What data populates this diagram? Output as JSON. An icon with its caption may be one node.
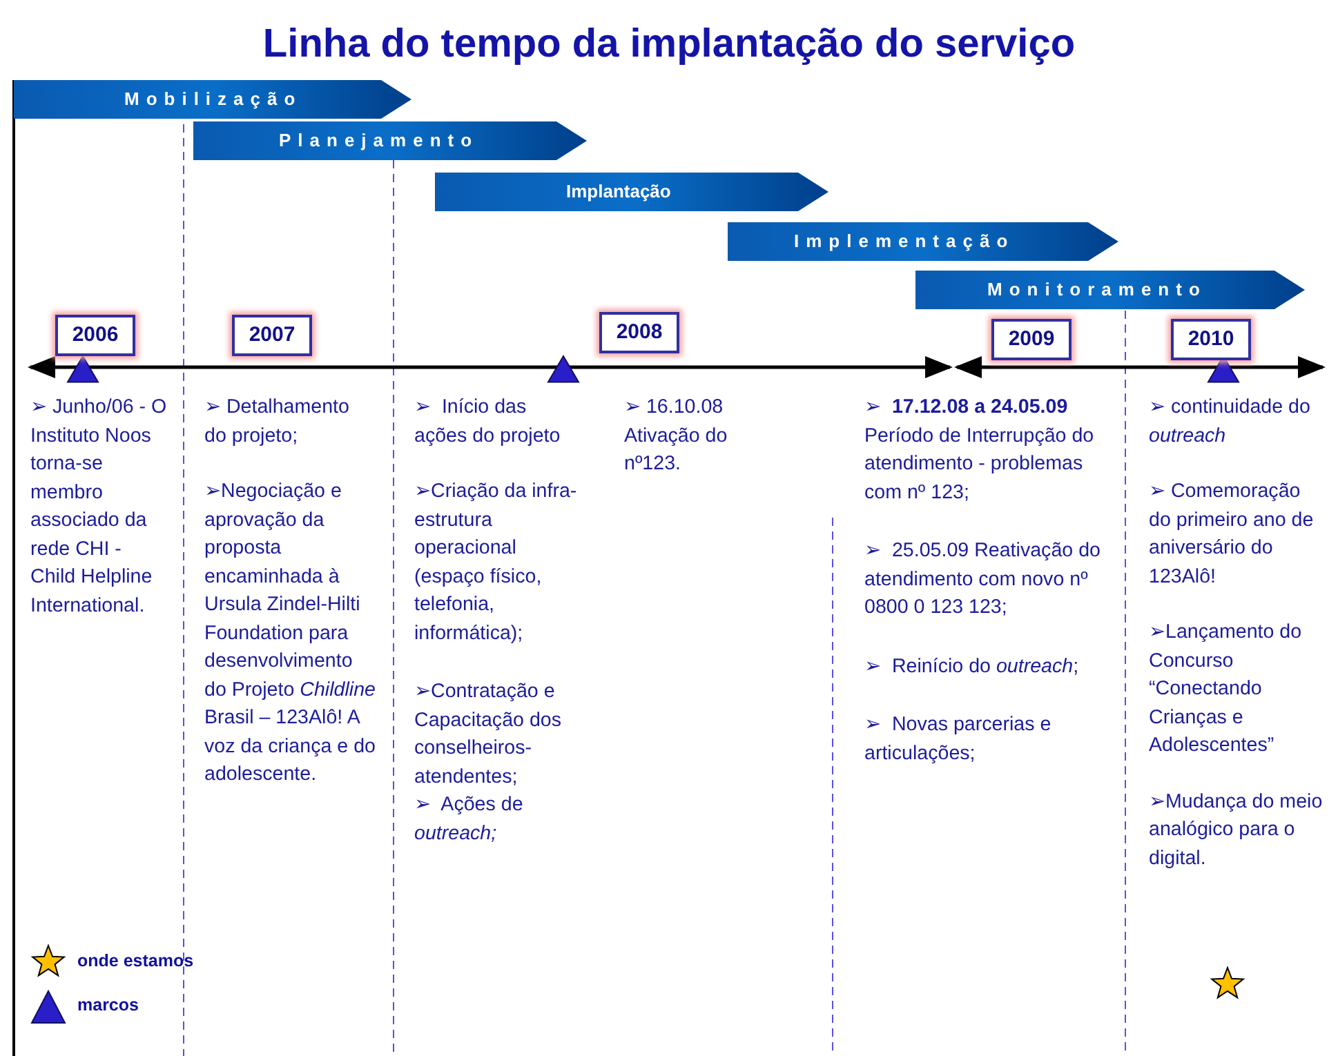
{
  "diagram": {
    "title": "Linha do tempo da implantação do serviço",
    "nodes": [
      {
        "text": [
          "Mobilização"
        ]
      },
      {
        "text": [
          "Planejamento"
        ]
      },
      {
        "text": [
          "Implantação"
        ]
      },
      {
        "text": [
          "Implementação"
        ]
      },
      {
        "text": [
          "Monitoramento"
        ]
      },
      {
        "text": [
          "2006"
        ]
      },
      {
        "text": [
          "2007"
        ]
      },
      {
        "text": [
          "2008"
        ]
      },
      {
        "text": [
          "2009"
        ]
      },
      {
        "text": [
          "2010"
        ]
      }
    ],
    "edges": [],
    "labels": [
      "➢ Junho/06 - O Instituto Noos torna-se membro associado da rede CHI - Child Helpline International.",
      "➢ Detalhamento do projeto;",
      "➢Negociação e aprovação da proposta encaminhada à Ursula Zindel-Hilti Foundation para desenvolvimento do Projeto *Childline* Brasil – 123Alô! A voz da criança e do adolescente.",
      "➢  Início das ações do projeto",
      "➢Criação da infra-estrutura operacional (espaço físico, telefonia, informática);",
      "➢Contratação e Capacitação dos conselheiros-atendentes;",
      "➢  Ações de *outreach;*",
      "➢ 16.10.08 Ativação do nº123.",
      "➢  **17.12.08 a 24.05.09** Período de Interrupção do atendimento - problemas com nº 123;",
      "➢  25.05.09 Reativação do atendimento com novo nº 0800 0 123 123;",
      "➢  Reinício do *outreach*;",
      "➢  Novas parcerias e articulações;",
      "➢ continuidade do *outreach*",
      "➢ Comemoração do primeiro ano de aniversário do 123Alô!",
      "➢Lançamento do Concurso “Conectando Crianças e Adolescentes”",
      "➢Mudança do meio analógico para o digital."
    ],
    "legend": [
      {
        "text": "onde estamos"
      },
      {
        "text": "marcos"
      }
    ]
  }
}
